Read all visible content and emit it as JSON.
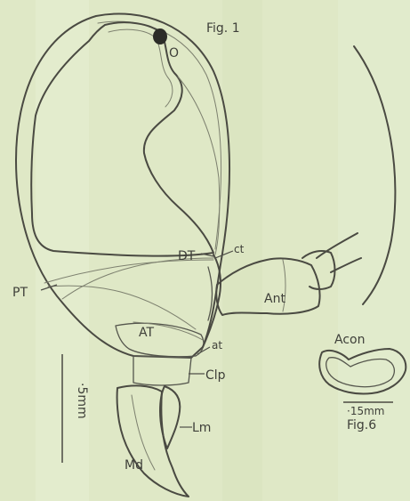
{
  "figures": {
    "fig1_caption": "Fig. 1",
    "fig6_caption": "Fig.6"
  },
  "labels": {
    "ocellus": "O",
    "dorsal_tendon": "DT",
    "ct": "ct",
    "posterior_tendon": "PT",
    "antenna": "Ant",
    "anterior_tendon": "AT",
    "at": "at",
    "clypeus": "Clp",
    "labrum": "Lm",
    "mandible": "Md",
    "acon": "Acon"
  },
  "scale_bars": {
    "fig1": "·5mm",
    "fig6": "·15mm"
  },
  "colors": {
    "paper": "#dfe8c6",
    "ink": "#4a4a42",
    "eye_spot": "#2c2c28"
  }
}
